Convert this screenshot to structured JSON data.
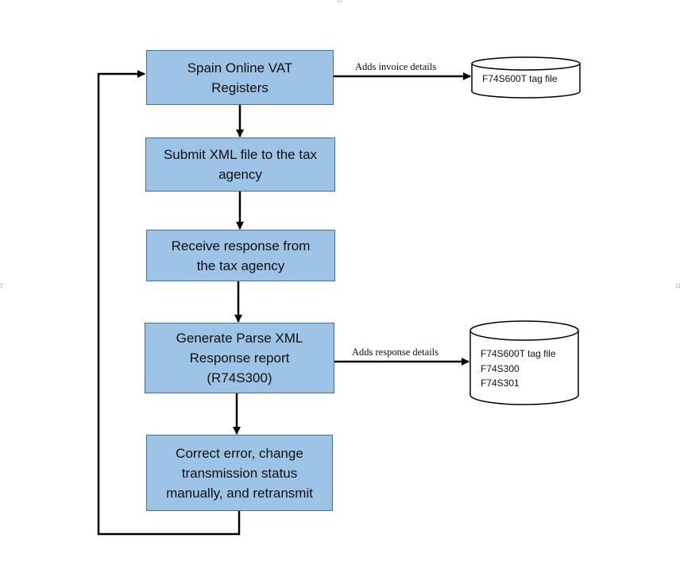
{
  "process_steps": [
    {
      "id": "spain-online-vat-registers",
      "lines": [
        "Spain Online VAT",
        "Registers"
      ]
    },
    {
      "id": "submit-xml-file",
      "lines": [
        "Submit XML file to the tax",
        "agency"
      ]
    },
    {
      "id": "receive-response",
      "lines": [
        "Receive response from",
        "the tax agency"
      ]
    },
    {
      "id": "generate-parse-xml-report",
      "lines": [
        "Generate Parse XML",
        "Response report",
        "(R74S300)"
      ]
    },
    {
      "id": "correct-error-retransmit",
      "lines": [
        "Correct error, change",
        "transmission status",
        "manually, and retransmit"
      ]
    }
  ],
  "data_stores": [
    {
      "id": "invoice-tag-file-store",
      "lines": [
        "F74S600T  tag file"
      ]
    },
    {
      "id": "response-tables-store",
      "lines": [
        "F74S600T  tag file",
        "F74S300",
        "F74S301"
      ]
    }
  ],
  "edge_labels": {
    "adds_invoice_details": "Adds invoice details",
    "adds_response_details": "Adds response details"
  },
  "colors": {
    "box_fill": "#9dc3e6",
    "box_border": "#41719c",
    "connector": "#000000",
    "store_fill": "#ffffff"
  }
}
